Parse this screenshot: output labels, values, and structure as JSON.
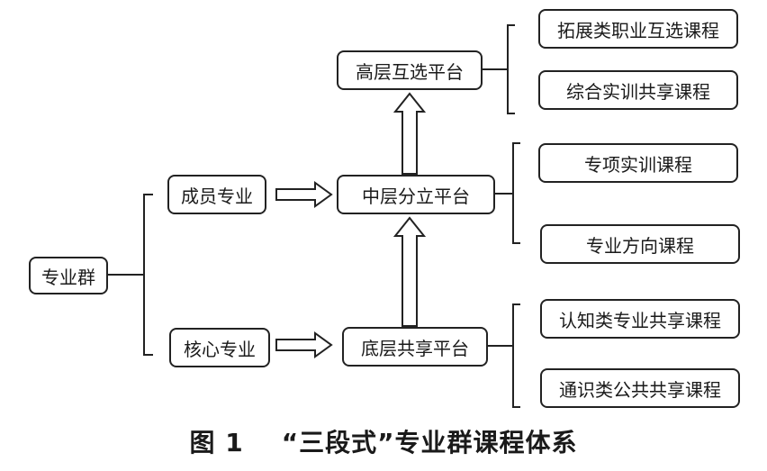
{
  "nodes": {
    "major_group": "专业群",
    "member_major": "成员专业",
    "core_major": "核心专业",
    "high_platform": "高层互选平台",
    "middle_platform": "中层分立平台",
    "base_platform": "底层共享平台",
    "high_course_1": "拓展类职业互选课程",
    "high_course_2": "综合实训共享课程",
    "middle_course_1": "专项实训课程",
    "middle_course_2": "专业方向课程",
    "base_course_1": "认知类专业共享课程",
    "base_course_2": "通识类公共共享课程"
  },
  "caption": {
    "figure_number": "图 1",
    "title": "“三段式”专业群课程体系"
  }
}
